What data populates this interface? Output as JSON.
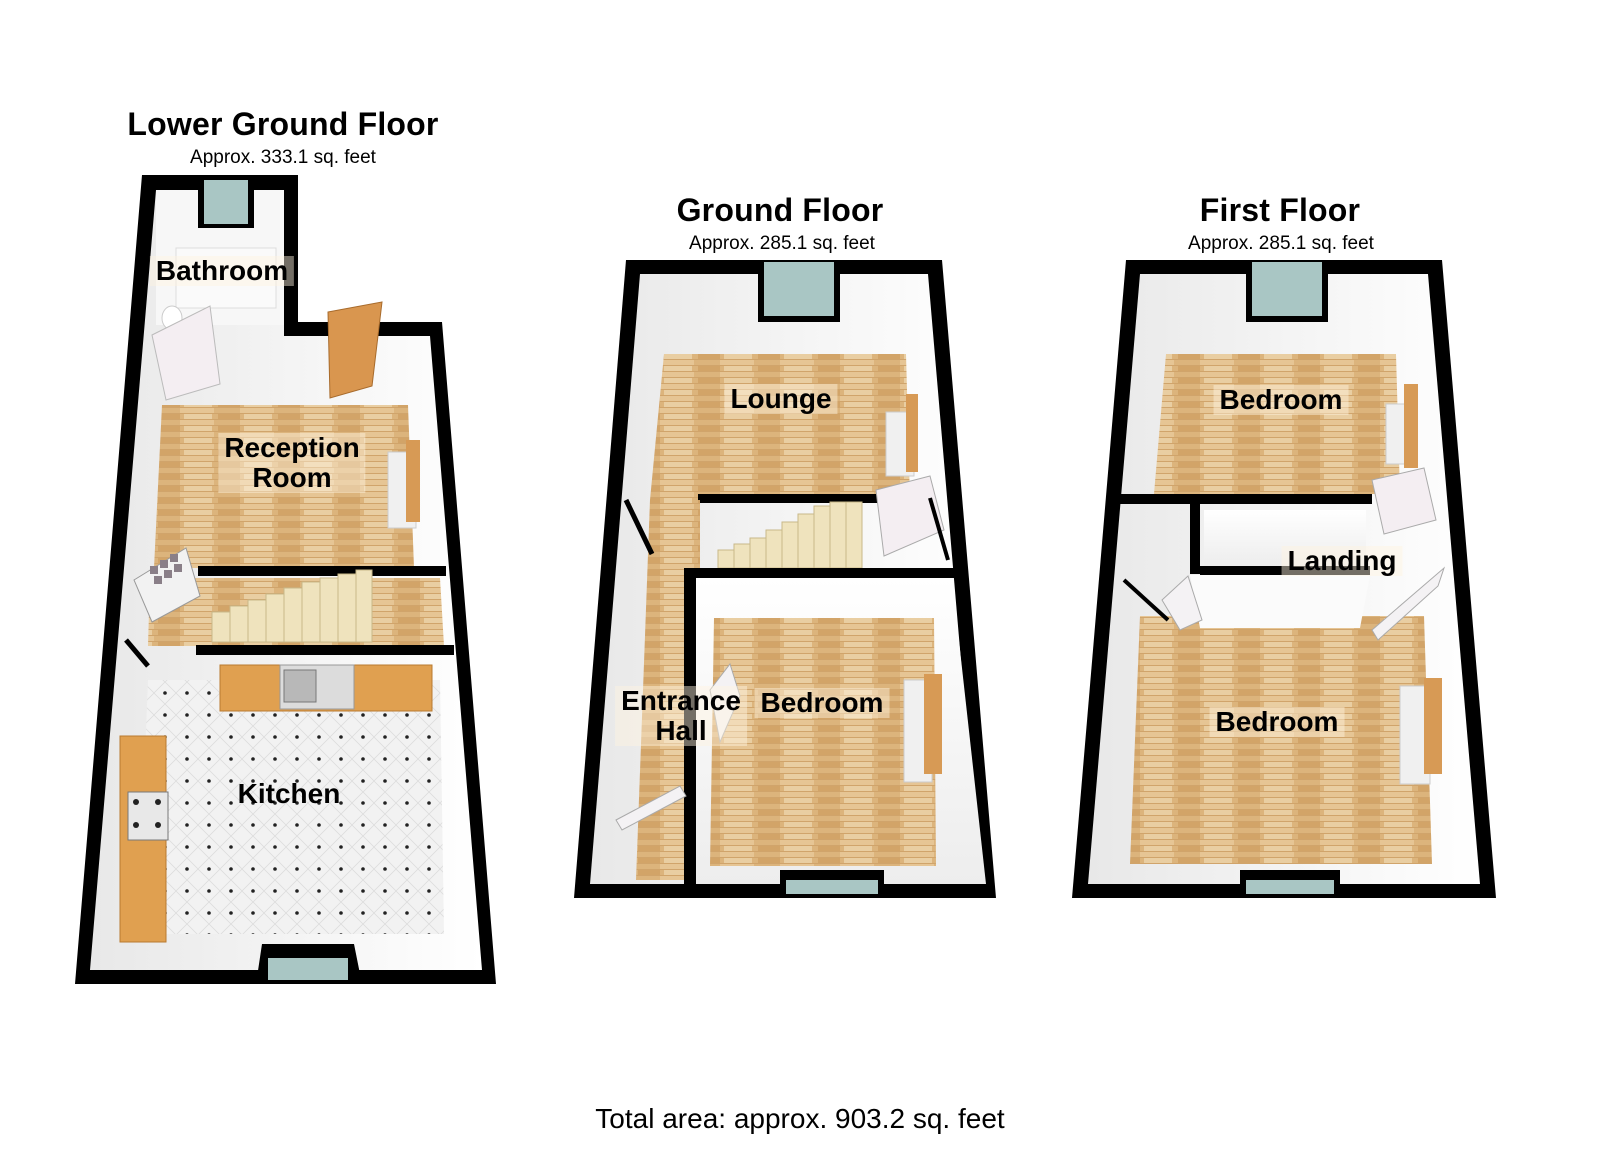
{
  "floors": [
    {
      "title": "Lower Ground Floor",
      "area": "Approx. 333.1 sq. feet",
      "rooms": [
        {
          "label": "Bathroom"
        },
        {
          "label": "Reception\nRoom",
          "line1": "Reception",
          "line2": "Room"
        },
        {
          "label": "Kitchen"
        }
      ]
    },
    {
      "title": "Ground Floor",
      "area": "Approx. 285.1 sq. feet",
      "rooms": [
        {
          "label": "Lounge"
        },
        {
          "label": "Entrance Hall",
          "line1": "Entrance",
          "line2": "Hall"
        },
        {
          "label": "Bedroom"
        }
      ]
    },
    {
      "title": "First Floor",
      "area": "Approx. 285.1 sq. feet",
      "rooms": [
        {
          "label": "Bedroom"
        },
        {
          "label": "Landing"
        },
        {
          "label": "Bedroom"
        }
      ]
    }
  ],
  "total_area": "Total area: approx. 903.2 sq. feet",
  "colors": {
    "wall": "#000000",
    "wood_floor": "#d9b27a",
    "tile_floor": "#eeeeee",
    "wall_face": "#f4f4f4",
    "window_glass": "#a9c6c4",
    "worktop": "#e0a050"
  }
}
